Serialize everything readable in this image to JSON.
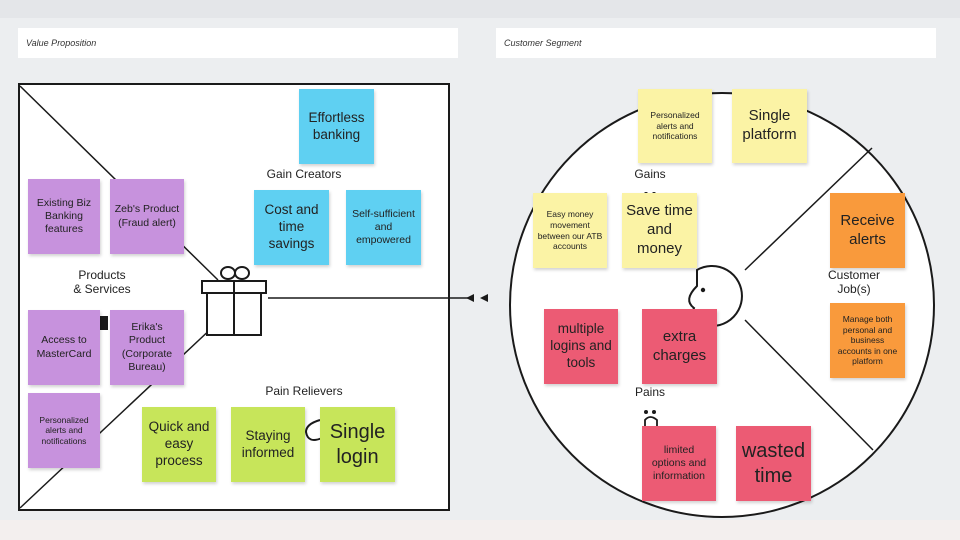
{
  "headers": {
    "value_proposition": "Value Proposition",
    "customer_segment": "Customer Segment"
  },
  "labels": {
    "products_services": "Products\n& Services",
    "gain_creators": "Gain Creators",
    "pain_relievers": "Pain Relievers",
    "gains": "Gains",
    "pains": "Pains",
    "customer_jobs": "Customer\nJob(s)"
  },
  "value_proposition": {
    "products_services": [
      "Existing Biz Banking features",
      "Zeb's Product (Fraud alert)",
      "Access to MasterCard",
      "Erika's Product (Corporate Bureau)",
      "Personalized alerts and notifications"
    ],
    "gain_creators": [
      "Effortless banking",
      "Cost and time savings",
      "Self-sufficient and empowered"
    ],
    "pain_relievers": [
      "Quick and easy process",
      "Staying informed",
      "Single login"
    ]
  },
  "customer_segment": {
    "gains": [
      "Personalized alerts and notifications",
      "Single platform",
      "Easy money movement between our ATB accounts",
      "Save time and money"
    ],
    "customer_jobs": [
      "Receive alerts",
      "Manage both personal and business accounts in one platform"
    ],
    "pains": [
      "multiple logins and tools",
      "extra charges",
      "limited options and information",
      "wasted time"
    ]
  },
  "colors": {
    "products_services": "#c792dd",
    "gain_creators": "#5fd0f2",
    "pain_relievers": "#c7e55a",
    "gains": "#fbf3a5",
    "customer_jobs": "#f99a3c",
    "pains": "#ec5b74"
  },
  "icons": [
    "gift-icon",
    "face-icon",
    "arrow-left-icon"
  ]
}
